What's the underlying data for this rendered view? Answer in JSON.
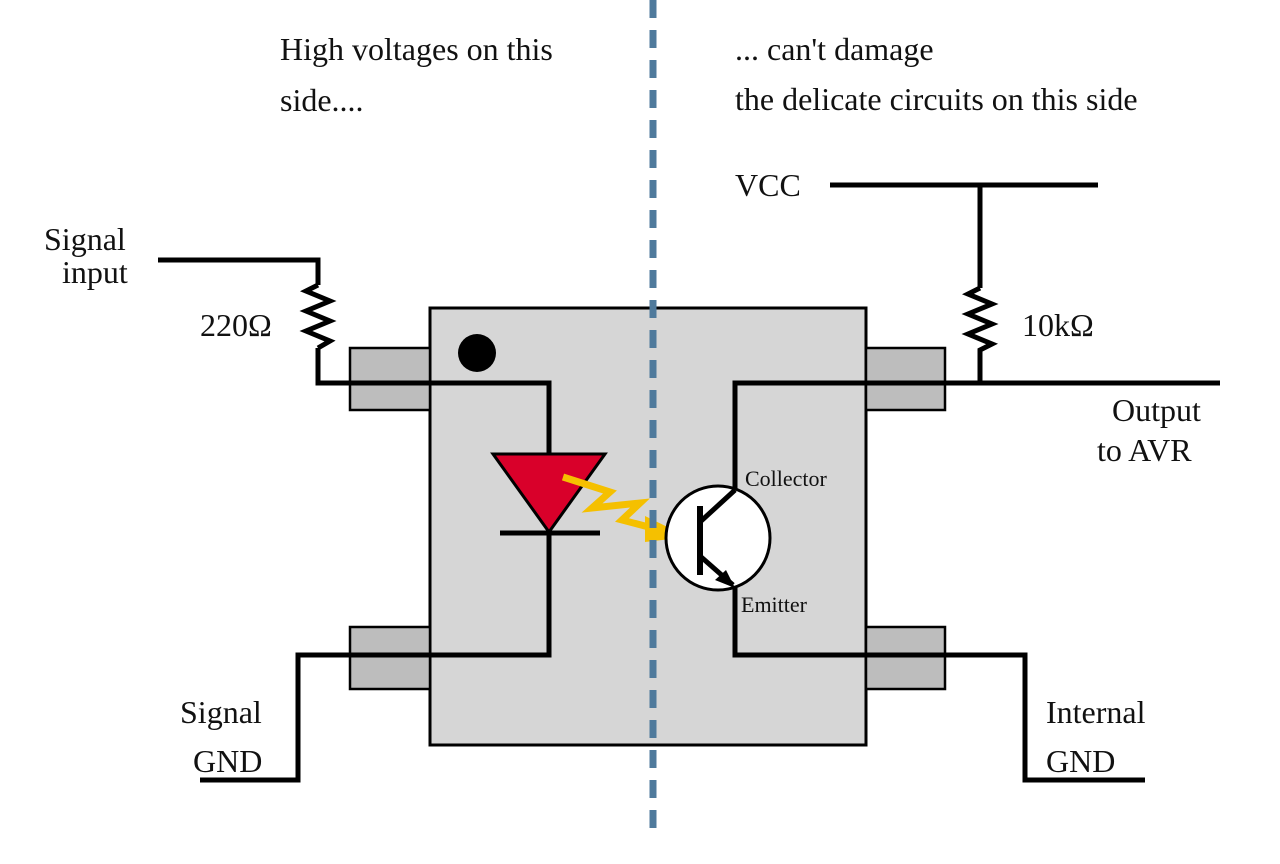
{
  "labels": {
    "left_note": [
      "High voltages on this",
      "side...."
    ],
    "right_note": [
      "... can't damage",
      "the delicate circuits on this side"
    ],
    "vcc": "VCC",
    "signal_input": [
      "Signal",
      "input"
    ],
    "r1": "220Ω",
    "r2": "10kΩ",
    "output": [
      "Output",
      "to AVR"
    ],
    "collector": "Collector",
    "emitter": "Emitter",
    "signal_gnd": [
      "Signal",
      "GND"
    ],
    "internal_gnd": [
      "Internal",
      "GND"
    ]
  },
  "colors": {
    "isolation_line": "#4f7a9c",
    "chip_body": "#d6d6d6",
    "pin": "#bdbdbd",
    "led": "#d9002a",
    "light": "#f5c000"
  }
}
